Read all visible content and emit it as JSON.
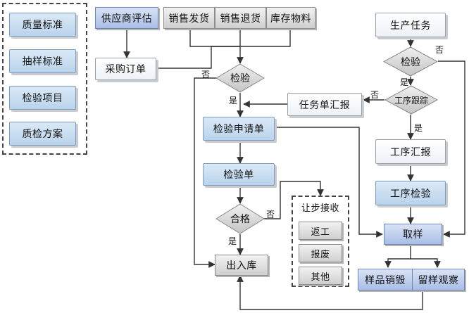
{
  "left_panel": [
    "质量标准",
    "抽样标准",
    "检验项目",
    "质检方案"
  ],
  "top_row": [
    "供应商评估",
    "销售发货",
    "销售退货",
    "库存物料"
  ],
  "purchase_order": "采购订单",
  "inspect_main": "检验",
  "production_task": "生产任务",
  "inspect_production": "检验",
  "process_tracking": "工序跟踪",
  "task_report": "任务单汇报",
  "inspection_request": "检验申请单",
  "process_report": "工序汇报",
  "inspection_sheet": "检验单",
  "process_inspection": "工序检验",
  "qualified": "合格",
  "concession_box": {
    "title": "让步接收",
    "items": [
      "返工",
      "报废",
      "其他"
    ]
  },
  "sampling": "取样",
  "warehouse_in": "出入库",
  "sample_destroy": "样品销毁",
  "sample_keep": "留样观察",
  "labels": {
    "yes": "是",
    "no": "否"
  },
  "colors": {
    "blue_doc": "#b9d3ec",
    "blue_proc": "#a9bde6",
    "gray_proc": "#cfcfcf",
    "line": "#333333"
  }
}
